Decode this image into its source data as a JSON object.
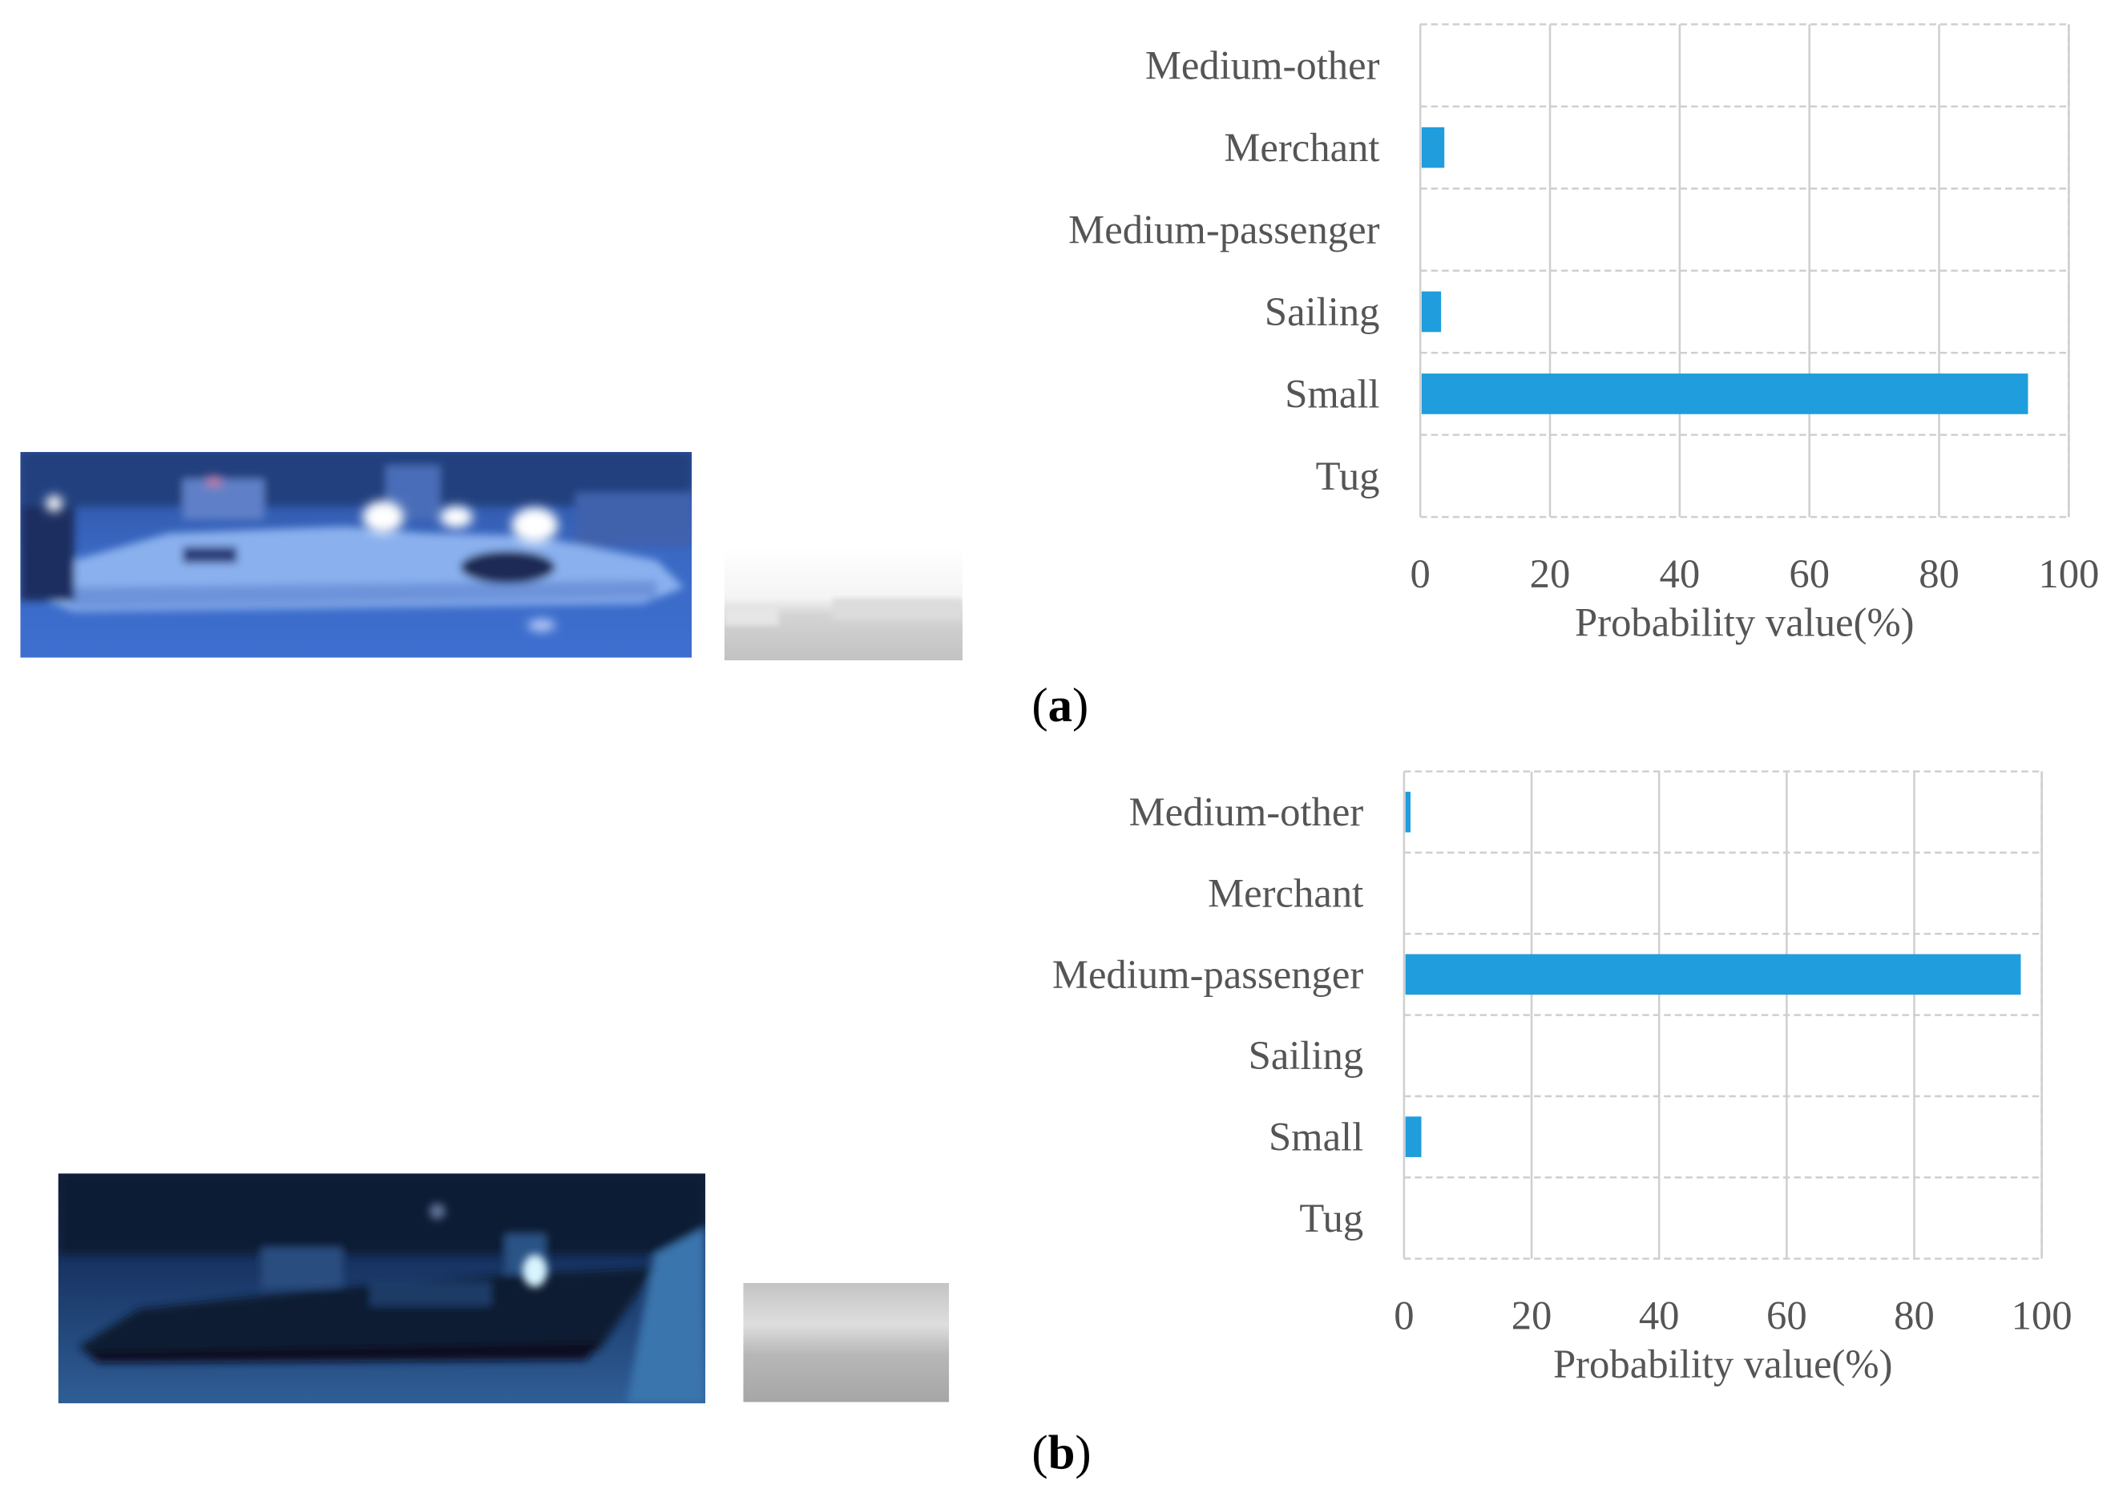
{
  "panels": [
    {
      "label_open": "(",
      "label_letter": "a",
      "label_close": ")"
    },
    {
      "label_open": "(",
      "label_letter": "b",
      "label_close": ")"
    }
  ],
  "colors": {
    "bar": "#1f9ddd",
    "grid": "#cfcfcf",
    "text": "#555555"
  },
  "chart_data": [
    {
      "type": "bar",
      "orientation": "horizontal",
      "categories": [
        "Medium-other",
        "Merchant",
        "Medium-passenger",
        "Sailing",
        "Small",
        "Tug"
      ],
      "values": [
        0,
        3.5,
        0,
        3,
        93.5,
        0
      ],
      "xlabel": "Probability value(%)",
      "xlim": [
        0,
        100
      ],
      "xticks": [
        "0",
        "20",
        "40",
        "60",
        "80",
        "100"
      ],
      "grid": true
    },
    {
      "type": "bar",
      "orientation": "horizontal",
      "categories": [
        "Medium-other",
        "Merchant",
        "Medium-passenger",
        "Sailing",
        "Small",
        "Tug"
      ],
      "values": [
        0.8,
        0,
        96.5,
        0,
        2.5,
        0
      ],
      "xlabel": "Probability value(%)",
      "xlim": [
        0,
        100
      ],
      "xticks": [
        "0",
        "20",
        "40",
        "60",
        "80",
        "100"
      ],
      "grid": true
    }
  ]
}
